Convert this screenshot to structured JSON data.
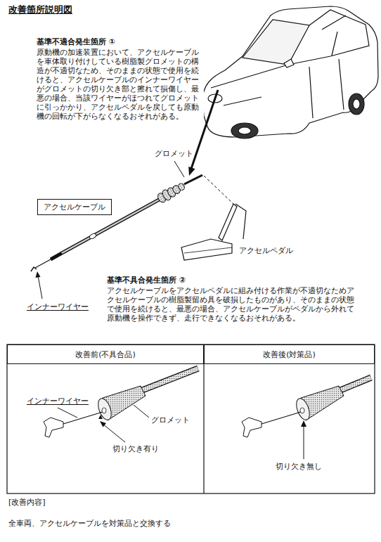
{
  "diagram": {
    "title": "改善箇所説明図",
    "nodes": [
      {
        "text": [
          "アクセルケーブル"
        ]
      },
      {
        "text": [
          "改善前(不具合品)"
        ]
      },
      {
        "text": [
          "改善後(対策品)"
        ]
      }
    ],
    "labels": [
      "基準不適合発生箇所 ①",
      "原動機の加速装置において、アクセルケーブルを車体取り付けしている樹脂製グロメットの構造が不適切なため、そのままの状態で使用を続けると、アクセルケーブルのインナーワイヤーがグロメットの切り欠き部と擦れて損傷し、最悪の場合、当該ワイヤーがほつれてグロメットに引っかかり、アクセルペダルを戻しても原動機の回転が下がらなくなるおそれがある。",
      "グロメット",
      "アクセルペダル",
      "基準不具合発生箇所 ②",
      "アクセルケーブルをアクセルペダルに組み付ける作業が不適切なためアクセルケーブルの樹脂製留め具を破損したものがあり、そのままの状態で使用を続けると、最悪の場合、アクセルケーブルがペダルから外れて原動機を操作できず、走行できなくなるおそれがある。",
      "インナーワイヤー",
      "インナーワイヤー",
      "グロメット",
      "切り欠き有り",
      "切り欠き無し",
      "[改善内容]",
      "全車両、アクセルケーブルを対策品と交換する"
    ]
  }
}
